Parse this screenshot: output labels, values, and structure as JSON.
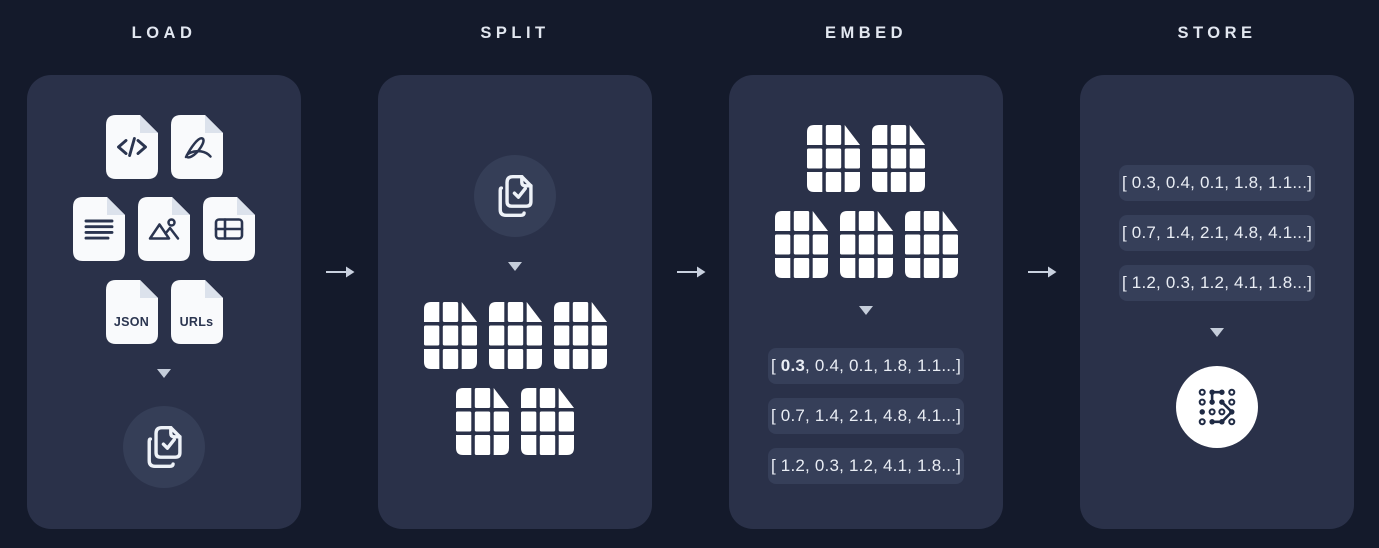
{
  "colors": {
    "background": "#141a2b",
    "panel": "#2a3149",
    "chip": "#363f59",
    "icon_circle": "#353e57",
    "store_circle": "#ffffff",
    "file_fill": "#f9fafc",
    "file_fold": "#dce2ec",
    "file_glyph": "#2b3550",
    "arrow": "#c9d1df",
    "title_text": "#e2e7f0",
    "chip_text": "#e9edf4"
  },
  "stages": [
    {
      "id": "load",
      "title": "LOAD"
    },
    {
      "id": "split",
      "title": "SPLIT"
    },
    {
      "id": "embed",
      "title": "EMBED"
    },
    {
      "id": "store",
      "title": "STORE"
    }
  ],
  "load": {
    "file_types": [
      "code",
      "pdf",
      "text",
      "image",
      "table",
      "json",
      "urls"
    ],
    "labels": {
      "json": "JSON",
      "urls": "URLs"
    },
    "result_icon": "copy-check-icon"
  },
  "split": {
    "chunk_count": 5,
    "chunk_rows": [
      3,
      2
    ]
  },
  "embed": {
    "chunk_count": 5,
    "chunk_rows": [
      2,
      3
    ],
    "vectors": [
      {
        "pre": "[ ",
        "bold": "0.3",
        "rest": ", 0.4, 0.1, 1.8, 1.1...]"
      },
      {
        "pre": "[ ",
        "bold": "",
        "rest": "0.7, 1.4, 2.1, 4.8, 4.1...]"
      },
      {
        "pre": "[ ",
        "bold": "",
        "rest": "1.2, 0.3, 1.2, 4.1, 1.8...]"
      }
    ]
  },
  "store": {
    "vectors": [
      {
        "text": "[ 0.3, 0.4, 0.1, 1.8, 1.1...]"
      },
      {
        "text": "[ 0.7, 1.4, 2.1, 4.8, 4.1...]"
      },
      {
        "text": "[ 1.2, 0.3, 1.2, 4.1, 1.8...]"
      }
    ],
    "result_icon": "vector-db-icon"
  }
}
